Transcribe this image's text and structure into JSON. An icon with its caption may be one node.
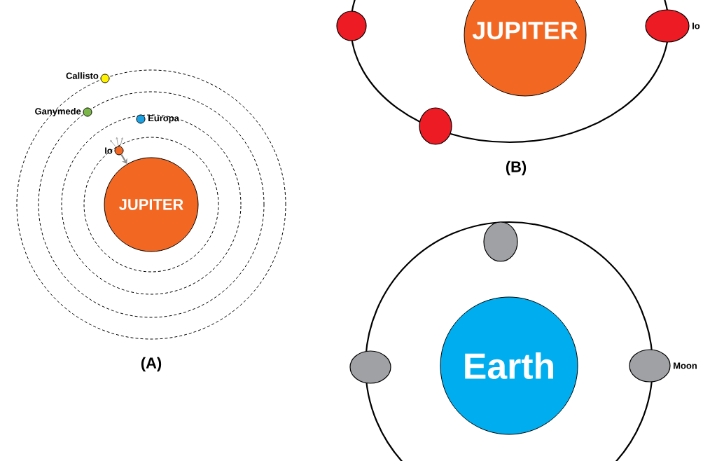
{
  "diagram": {
    "nodes": [
      {
        "text": [
          "JUPITER"
        ]
      },
      {
        "text": [],
        "shape": "circle",
        "beside": [
          "Io"
        ]
      },
      {
        "text": [],
        "shape": "circle",
        "beside": [
          "Europa"
        ]
      },
      {
        "text": [],
        "shape": "circle",
        "beside": [
          "Ganymede"
        ]
      },
      {
        "text": [],
        "shape": "circle",
        "beside": [
          "Callisto"
        ]
      },
      {
        "text": [
          "JUPITER"
        ]
      },
      {
        "text": [],
        "shape": "circle"
      },
      {
        "text": [],
        "shape": "circle"
      },
      {
        "text": [],
        "shape": "circle",
        "beside": [
          "Io"
        ]
      },
      {
        "text": [
          "Earth"
        ]
      },
      {
        "text": [],
        "shape": "circle"
      },
      {
        "text": [],
        "shape": "circle"
      },
      {
        "text": [],
        "shape": "circle",
        "beside": [
          "Moon"
        ]
      }
    ],
    "edges": [
      {
        "from": 1,
        "to": 0,
        "arrow": "to",
        "color": "#8a8a8a"
      }
    ],
    "labels": [
      "(A)",
      "(B)"
    ]
  }
}
